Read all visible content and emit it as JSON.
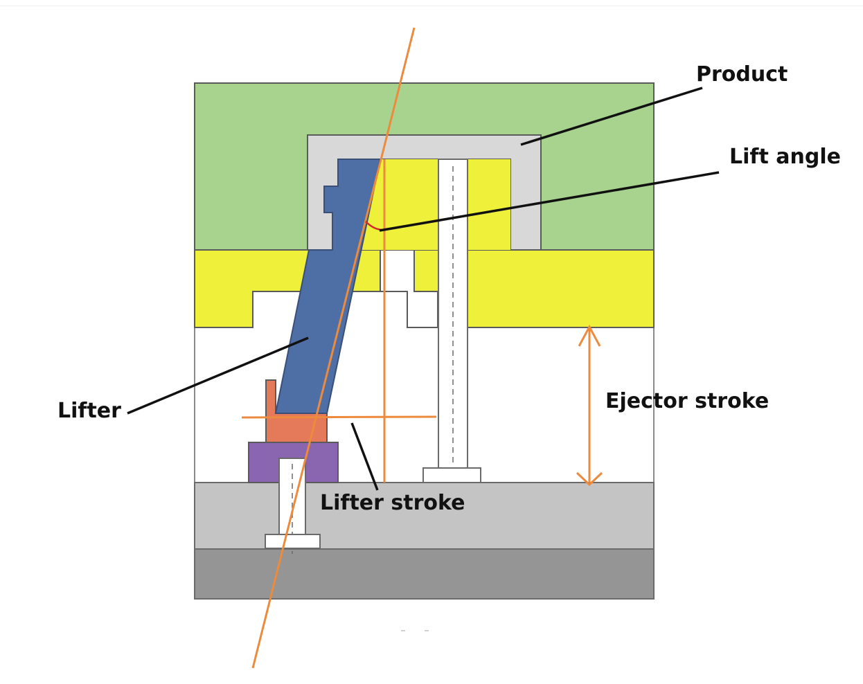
{
  "labels": {
    "product": "Product",
    "lift_angle": "Lift angle",
    "lifter": "Lifter",
    "ejector_stroke": "Ejector stroke",
    "lifter_stroke": "Lifter stroke"
  },
  "colors": {
    "cavity_plate": "#a8d38e",
    "core_plate": "#eef03a",
    "product": "#d8d8d8",
    "lifter": "#4e6fa6",
    "lifter_head": "#e57a5a",
    "lifter_base": "#8a65b0",
    "ejector_retainer": "#c4c4c4",
    "ejector_plate": "#959595",
    "annotation_orange": "#ec8a3d",
    "angle_arc": "#d22a2a",
    "leader_line": "#111111"
  }
}
